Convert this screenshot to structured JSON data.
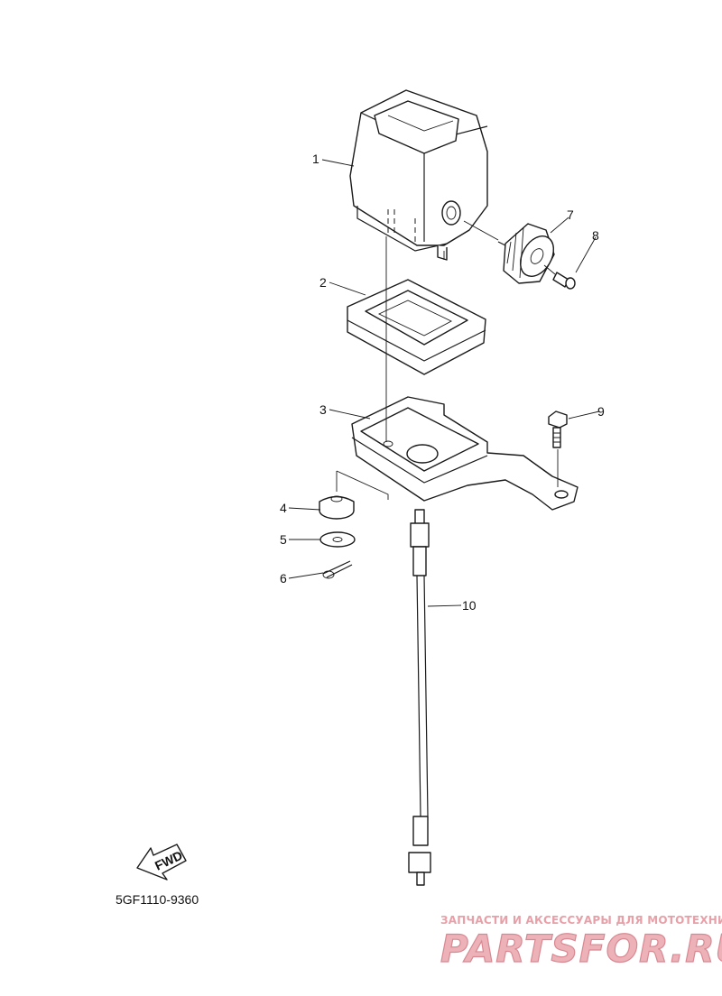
{
  "diagram": {
    "callouts": [
      {
        "id": 1,
        "label": "1"
      },
      {
        "id": 2,
        "label": "2"
      },
      {
        "id": 3,
        "label": "3"
      },
      {
        "id": 4,
        "label": "4"
      },
      {
        "id": 5,
        "label": "5"
      },
      {
        "id": 6,
        "label": "6"
      },
      {
        "id": 7,
        "label": "7"
      },
      {
        "id": 8,
        "label": "8"
      },
      {
        "id": 9,
        "label": "9"
      },
      {
        "id": 10,
        "label": "10"
      }
    ],
    "fwd_label": "FWD",
    "diagram_code": "5GF1110-9360"
  },
  "watermark": {
    "tagline": "ЗАПЧАСТИ И АКСЕССУАРЫ ДЛЯ МОТОТЕХНИКИ",
    "brand": "PARTSFOR.RU"
  }
}
